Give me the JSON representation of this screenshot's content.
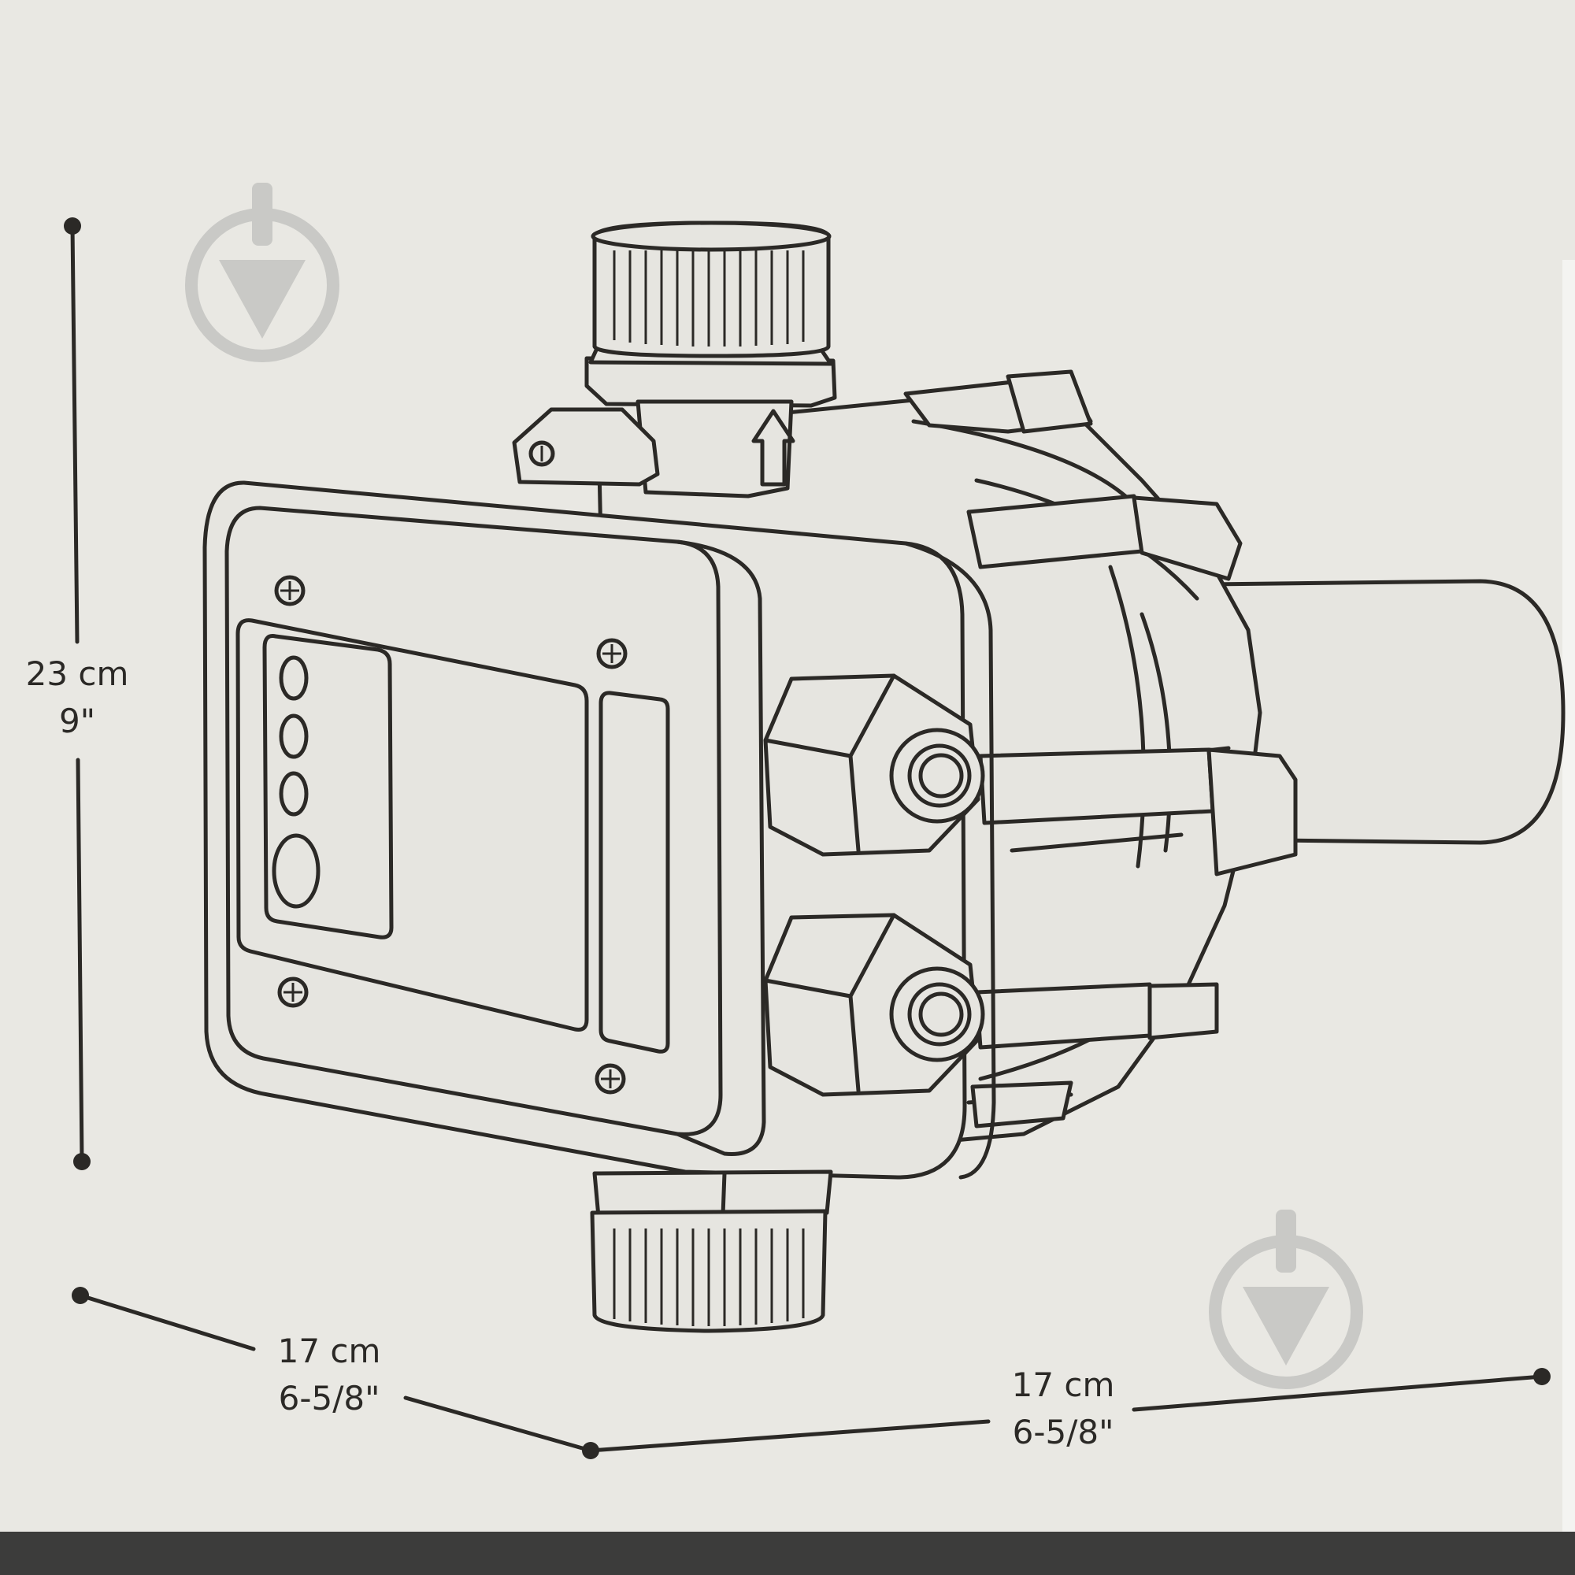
{
  "colors": {
    "background": "#e9e8e3",
    "line": "#2b2926",
    "bottom_bar": "#3c3c3b",
    "watermark": "#c9c9c6"
  },
  "icons": [
    "download-watermark-icon"
  ],
  "dimensions": {
    "height": {
      "metric": "23 cm",
      "imperial": "9\""
    },
    "depth": {
      "metric": "17 cm",
      "imperial": "6-5/8\""
    },
    "width": {
      "metric": "17 cm",
      "imperial": "6-5/8\""
    }
  }
}
